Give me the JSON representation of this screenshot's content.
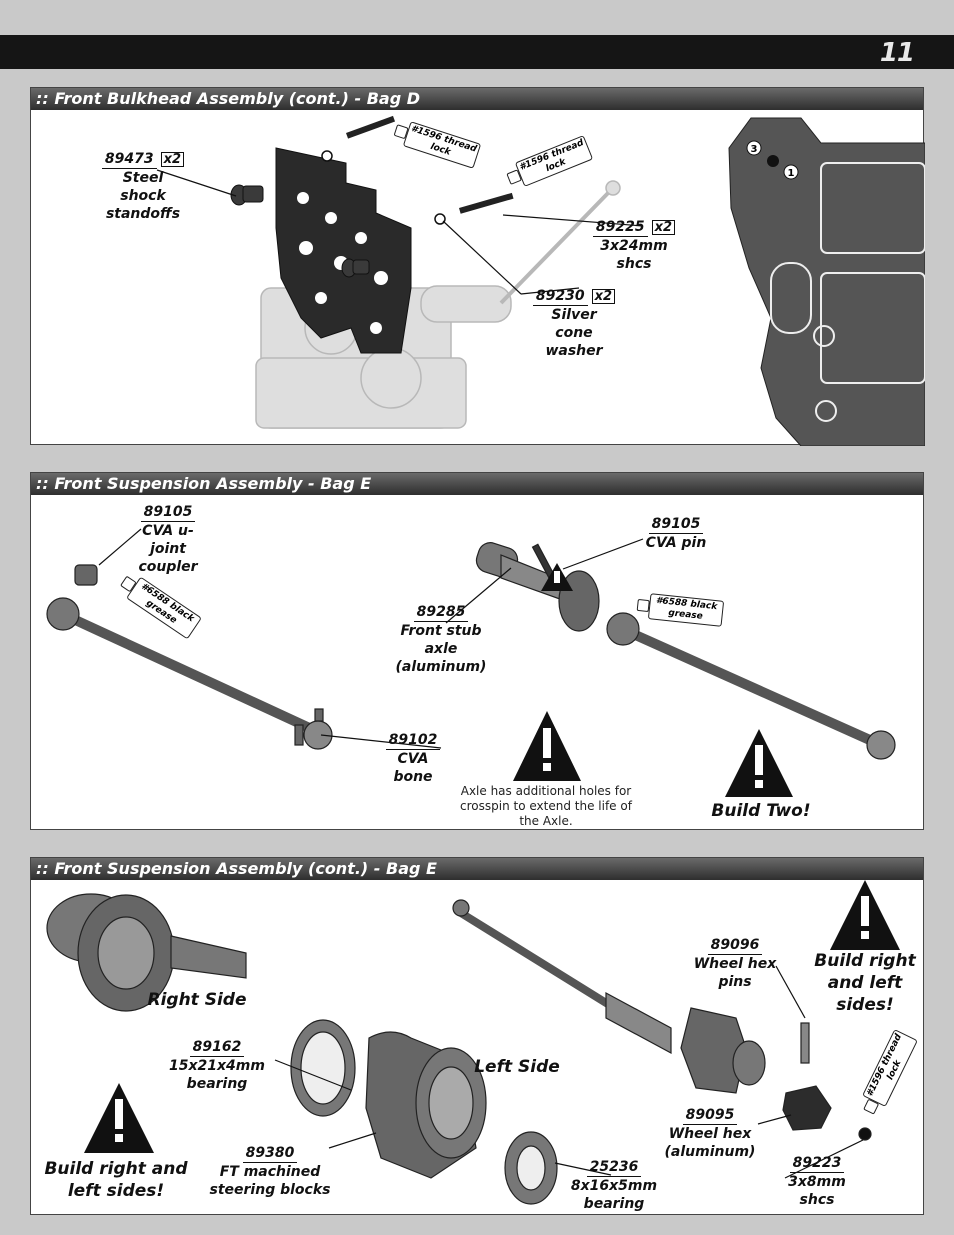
{
  "page_number": "11",
  "sections": {
    "bulkhead": {
      "title": ":: Front Bulkhead Assembly (cont.) - Bag D",
      "parts": {
        "shock_standoffs": {
          "num": "89473",
          "qty": "x2",
          "desc": "Steel shock standoffs"
        },
        "shcs": {
          "num": "89225",
          "qty": "x2",
          "desc": "3x24mm shcs"
        },
        "washer": {
          "num": "89230",
          "qty": "x2",
          "desc": "Silver cone washer"
        }
      },
      "threadlock_a": "#1596 thread lock",
      "threadlock_b": "#1596 thread lock",
      "detail_marks": [
        "3",
        "1"
      ]
    },
    "suspension": {
      "title": ":: Front Suspension Assembly - Bag E",
      "parts": {
        "coupler": {
          "num": "89105",
          "desc": "CVA u-joint coupler"
        },
        "pin": {
          "num": "89105",
          "desc": "CVA pin"
        },
        "stub_axle": {
          "num": "89285",
          "desc": "Front stub axle (aluminum)"
        },
        "bone": {
          "num": "89102",
          "desc": "CVA bone"
        }
      },
      "grease_a": "#6588 black grease",
      "grease_b": "#6588 black grease",
      "axle_note": "Axle has additional holes for crosspin to extend the life of the Axle.",
      "build_two": "Build Two!"
    },
    "suspension2": {
      "title": ":: Front Suspension Assembly (cont.) - Bag E",
      "right_side": "Right Side",
      "left_side": "Left Side",
      "parts": {
        "bearing_large": {
          "num": "89162",
          "desc": "15x21x4mm bearing"
        },
        "steering_blocks": {
          "num": "89380",
          "desc": "FT machined steering blocks"
        },
        "bearing_small": {
          "num": "25236",
          "desc": "8x16x5mm bearing"
        },
        "hex_pins": {
          "num": "89096",
          "desc": "Wheel hex pins"
        },
        "wheel_hex": {
          "num": "89095",
          "desc": "Wheel hex (aluminum)"
        },
        "shcs": {
          "num": "89223",
          "desc": "3x8mm shcs"
        }
      },
      "threadlock": "#1596 thread lock",
      "build_rl_top": "Build right and left sides!",
      "build_rl_bottom": "Build right and left sides!"
    }
  }
}
